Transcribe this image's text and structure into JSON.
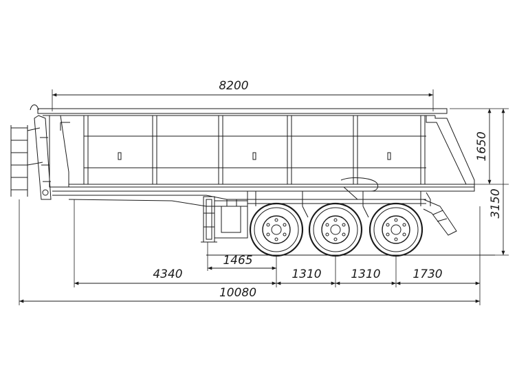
{
  "dimensions": {
    "body_length": "8200",
    "body_height": "1650",
    "overall_height": "3150",
    "kingpin_to_axle": "4340",
    "landing_gear_to_axle": "1465",
    "axle_spacing_1": "1310",
    "axle_spacing_2": "1310",
    "rear_overhang": "1730",
    "overall_length": "10080"
  },
  "colors": {
    "line": "#1a1a1a",
    "background": "#ffffff"
  },
  "icons": [
    "trailer-drawing",
    "wheel-icon",
    "ladder-icon",
    "landing-gear-icon"
  ]
}
